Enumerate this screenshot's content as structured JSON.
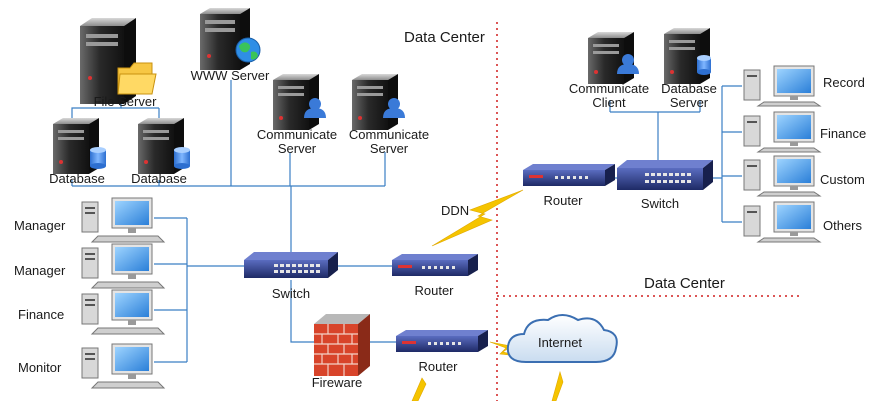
{
  "zones": {
    "left": "Data Center",
    "right_bottom": "Data Center"
  },
  "servers": {
    "file": "File Server",
    "www": "WWW Server",
    "db1": "Database",
    "db2": "Database",
    "comm1": "Communicate\nServer",
    "comm2": "Communicate\nServer",
    "comm_client": "Communicate\nClient",
    "db_server": "Database\nServer"
  },
  "left_workstations": [
    "Manager",
    "Manager",
    "Finance",
    "Monitor"
  ],
  "right_workstations": [
    "Record",
    "Finance",
    "Custom",
    "Others"
  ],
  "network": {
    "switch_main": "Switch",
    "router_main": "Router",
    "firewall": "Fireware",
    "router_bottom": "Router",
    "internet": "Internet",
    "ddn": "DDN",
    "router_right": "Router",
    "switch_right": "Switch"
  },
  "colors": {
    "link": "#3b7fc4",
    "divider": "#d11f1f",
    "lightning": "#f5c400",
    "device": "#2c3f8c",
    "firewall": "#d8442a"
  }
}
